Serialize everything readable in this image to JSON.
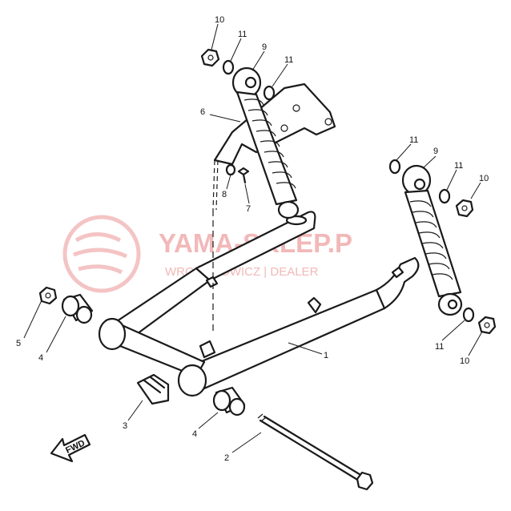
{
  "watermark": {
    "title": "YAMA-SKLEP.P",
    "subtitle": "WROŃCHOWICZ | DEALER"
  },
  "fwd_label": "FWD",
  "callouts": [
    {
      "id": "c10a",
      "text": "10"
    },
    {
      "id": "c11a",
      "text": "11"
    },
    {
      "id": "c9a",
      "text": "9"
    },
    {
      "id": "c11b",
      "text": "11"
    },
    {
      "id": "c6",
      "text": "6"
    },
    {
      "id": "c11c",
      "text": "11"
    },
    {
      "id": "c9b",
      "text": "9"
    },
    {
      "id": "c11d",
      "text": "11"
    },
    {
      "id": "c10b",
      "text": "10"
    },
    {
      "id": "c8",
      "text": "8"
    },
    {
      "id": "c7",
      "text": "7"
    },
    {
      "id": "c5",
      "text": "5"
    },
    {
      "id": "c4a",
      "text": "4"
    },
    {
      "id": "c1",
      "text": "1"
    },
    {
      "id": "c11e",
      "text": "11"
    },
    {
      "id": "c10c",
      "text": "10"
    },
    {
      "id": "c3",
      "text": "3"
    },
    {
      "id": "c4b",
      "text": "4"
    },
    {
      "id": "c2",
      "text": "2"
    }
  ]
}
